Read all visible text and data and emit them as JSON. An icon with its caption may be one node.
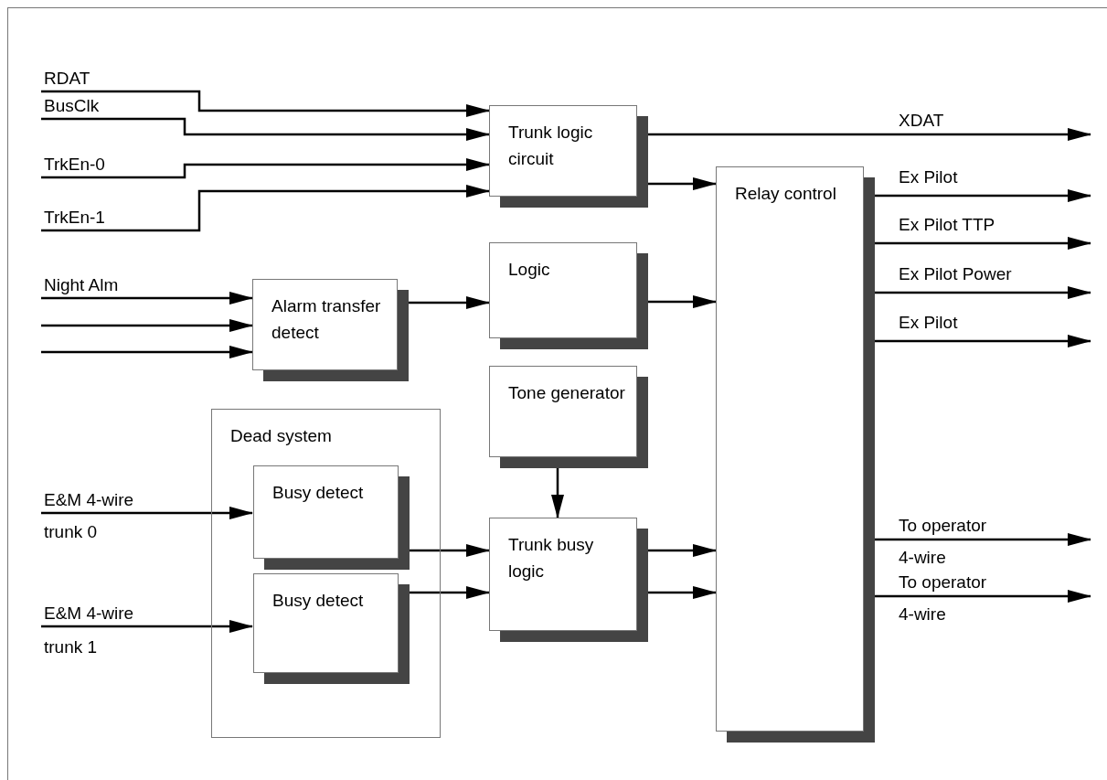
{
  "diagram": {
    "nodes": [
      {
        "text": [
          "Trunk logic circuit"
        ]
      },
      {
        "text": [
          "Relay control"
        ]
      },
      {
        "text": [
          "Alarm transfer detect"
        ]
      },
      {
        "text": [
          "Logic"
        ]
      },
      {
        "text": [
          "Dead system"
        ]
      },
      {
        "text": [
          "Busy detect"
        ],
        "in": 4
      },
      {
        "text": [
          "Busy detect"
        ],
        "in": 4
      },
      {
        "text": [
          "Tone generator"
        ]
      },
      {
        "text": [
          "Trunk busy logic"
        ]
      }
    ],
    "edges": [
      {
        "from": null,
        "to": 0,
        "arrow": "to",
        "label": "RDAT"
      },
      {
        "from": null,
        "to": 0,
        "arrow": "to",
        "label": "BusClk"
      },
      {
        "from": null,
        "to": 0,
        "arrow": "to",
        "label": "TrkEn-0"
      },
      {
        "from": null,
        "to": 0,
        "arrow": "to",
        "label": "TrkEn-1"
      },
      {
        "from": 0,
        "to": null,
        "arrow": "to",
        "label": "XDAT"
      },
      {
        "from": 0,
        "to": 1,
        "arrow": "to"
      },
      {
        "from": null,
        "to": 2,
        "arrow": "to",
        "label": "Night Alm"
      },
      {
        "from": null,
        "to": 2,
        "arrow": "to"
      },
      {
        "from": null,
        "to": 2,
        "arrow": "to"
      },
      {
        "from": 2,
        "to": 3,
        "arrow": "to"
      },
      {
        "from": 3,
        "to": 1,
        "arrow": "to"
      },
      {
        "from": 1,
        "to": null,
        "arrow": "to",
        "label": "Ex Pilot"
      },
      {
        "from": 1,
        "to": null,
        "arrow": "to",
        "label": "Ex Pilot TTP"
      },
      {
        "from": 1,
        "to": null,
        "arrow": "to",
        "label": "Ex Pilot Power"
      },
      {
        "from": 1,
        "to": null,
        "arrow": "to",
        "label": "Ex Pilot"
      },
      {
        "from": null,
        "to": 5,
        "arrow": "to",
        "label": "E&M 4-wire"
      },
      {
        "from": null,
        "to": 6,
        "arrow": "to",
        "label": "E&M 4-wire"
      },
      {
        "from": 5,
        "to": 8,
        "arrow": "to"
      },
      {
        "from": 6,
        "to": 8,
        "arrow": "to"
      },
      {
        "from": 7,
        "to": 8,
        "arrow": "to"
      },
      {
        "from": 8,
        "to": 1,
        "arrow": "to"
      },
      {
        "from": 8,
        "to": 1,
        "arrow": "to"
      },
      {
        "from": 1,
        "to": null,
        "arrow": "to",
        "label": "To operator"
      },
      {
        "from": 1,
        "to": null,
        "arrow": "to",
        "label": "To operator"
      }
    ],
    "labels": [
      "trunk 0",
      "4-wire",
      "4-wire",
      "trunk 1"
    ]
  }
}
